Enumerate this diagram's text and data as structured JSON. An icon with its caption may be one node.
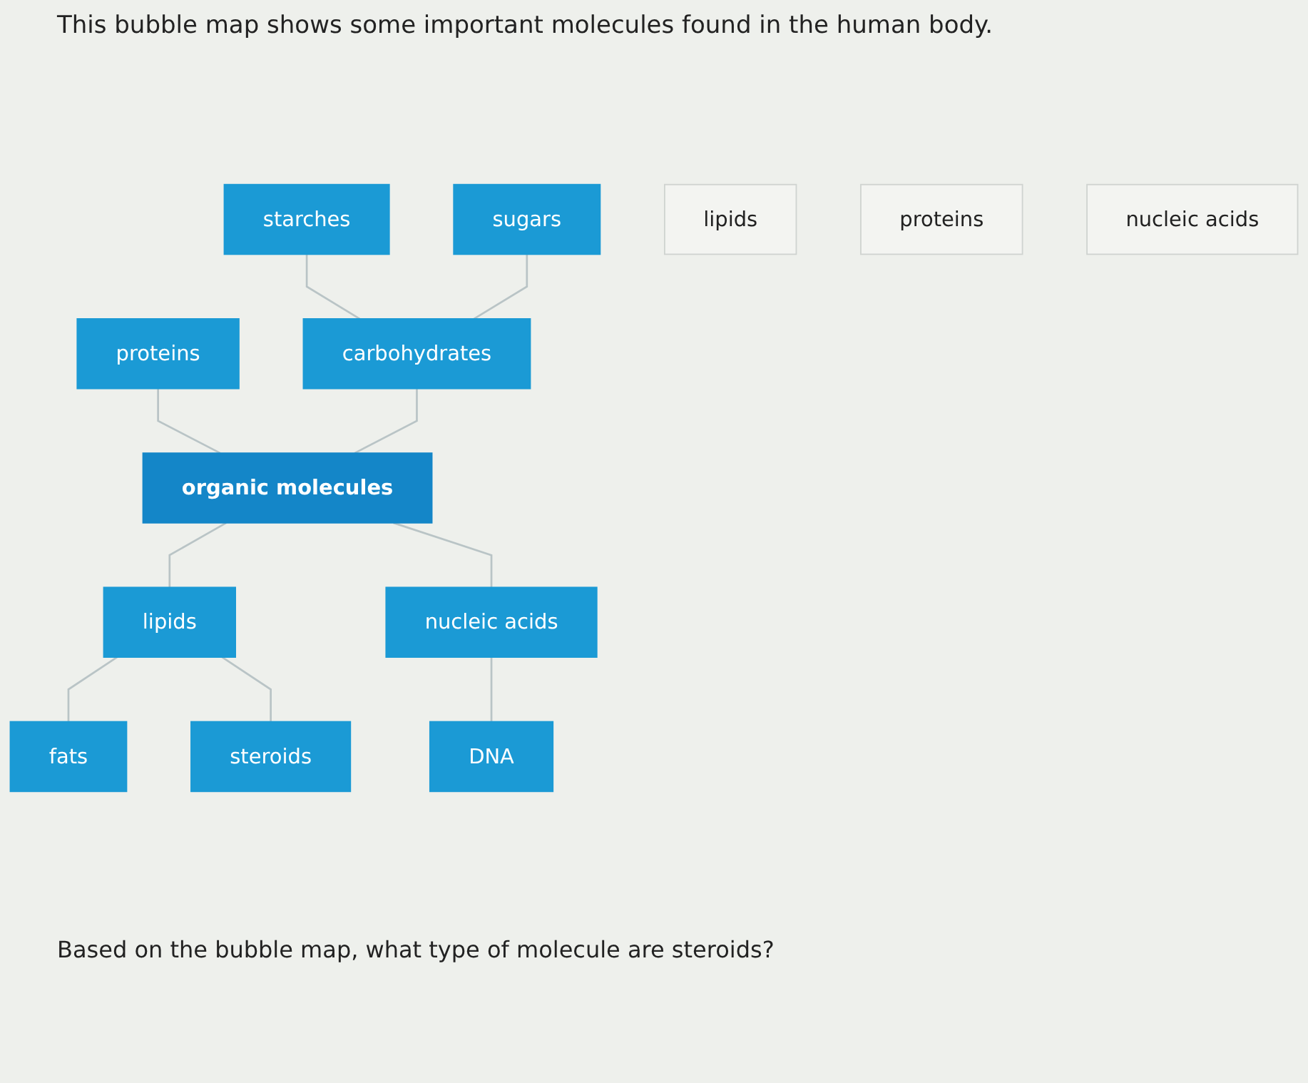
{
  "diagram": {
    "title": "This bubble map shows some important molecules found in the human body.",
    "nodes": [
      {
        "text": [
          "starches"
        ]
      },
      {
        "text": [
          "sugars"
        ]
      },
      {
        "text": [
          "proteins"
        ]
      },
      {
        "text": [
          "carbohydrates"
        ]
      },
      {
        "text": [
          "organic molecules"
        ]
      },
      {
        "text": [
          "lipids"
        ]
      },
      {
        "text": [
          "nucleic acids"
        ]
      },
      {
        "text": [
          "fats"
        ]
      },
      {
        "text": [
          "steroids"
        ]
      },
      {
        "text": [
          "DNA"
        ]
      },
      {
        "text": [
          "lipids"
        ]
      },
      {
        "text": [
          "proteins"
        ]
      },
      {
        "text": [
          "nucleic acids"
        ]
      }
    ],
    "edges": [
      {
        "from": 0,
        "to": 3,
        "arrow": "none"
      },
      {
        "from": 1,
        "to": 3,
        "arrow": "none"
      },
      {
        "from": 2,
        "to": 4,
        "arrow": "none"
      },
      {
        "from": 3,
        "to": 4,
        "arrow": "none"
      },
      {
        "from": 4,
        "to": 5,
        "arrow": "none"
      },
      {
        "from": 4,
        "to": 6,
        "arrow": "none"
      },
      {
        "from": 5,
        "to": 7,
        "arrow": "none"
      },
      {
        "from": 5,
        "to": 8,
        "arrow": "none"
      },
      {
        "from": 6,
        "to": 9,
        "arrow": "none"
      }
    ],
    "labels": [
      "Based on the bubble map, what type of molecule are steroids?"
    ]
  }
}
